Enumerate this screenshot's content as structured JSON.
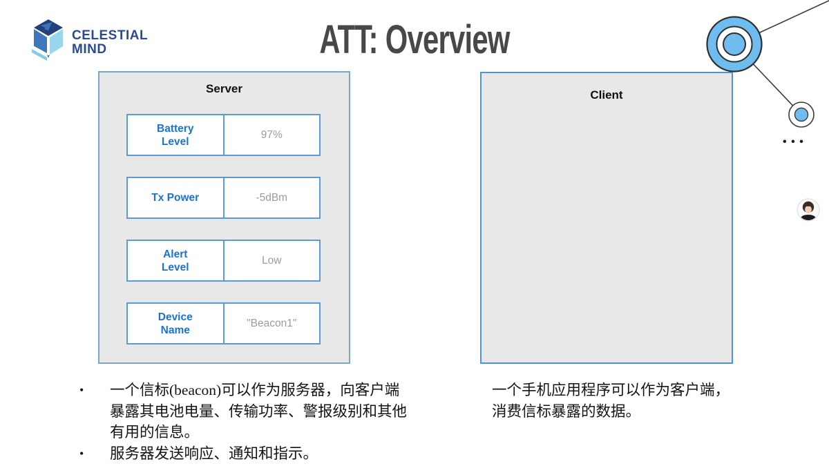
{
  "brand": {
    "line1": "CELESTIAL",
    "line2": "MIND"
  },
  "title": "ATT: Overview",
  "server_panel": {
    "title": "Server",
    "rows": [
      {
        "label": "Battery\nLevel",
        "value": "97%"
      },
      {
        "label": "Tx Power",
        "value": "-5dBm"
      },
      {
        "label": "Alert\nLevel",
        "value": "Low"
      },
      {
        "label": "Device\nName",
        "value": "\"Beacon1\""
      }
    ]
  },
  "client_panel": {
    "title": "Client"
  },
  "notes_left": {
    "bullet_char": "•",
    "bullets": [
      "一个信标(beacon)可以作为服务器，向客户端\n暴露其电池电量、传输功率、警报级别和其他\n有用的信息。",
      "服务器发送响应、通知和指示。"
    ]
  },
  "notes_right": {
    "text": "一个手机应用程序可以作为客户端，\n消费信标暴露的数据。"
  },
  "decor": {
    "ellipsis_icon": "•••",
    "colors": {
      "accent_blue": "#1a73d4",
      "cell_border_blue": "#5b9bd5",
      "value_gray": "#9c9c9c",
      "bullseye_blue": "#6fbdee",
      "brand_navy": "#2b4a96",
      "title_gray": "#48484a",
      "panel_gray": "#e8e8e8"
    }
  }
}
